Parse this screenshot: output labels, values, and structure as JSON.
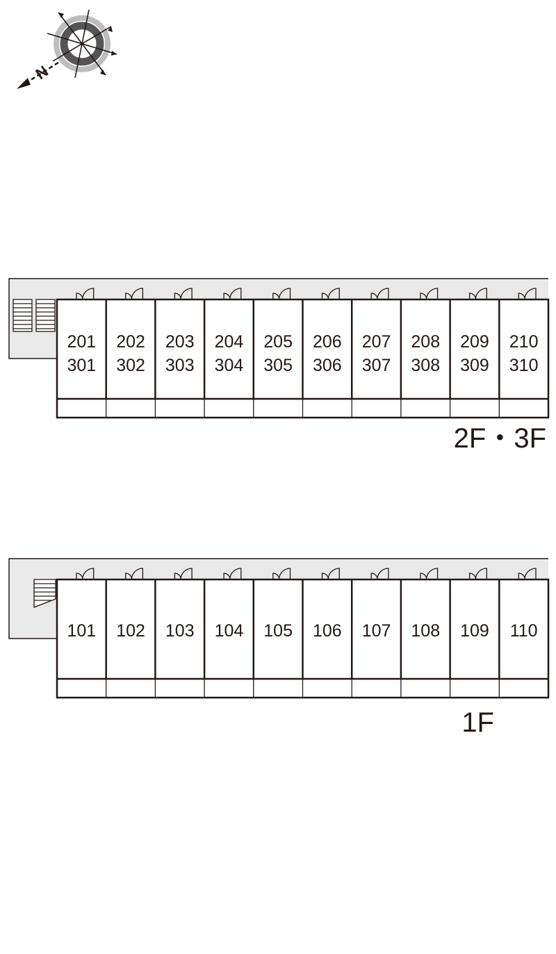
{
  "compass": {
    "letter": "N",
    "icon": "compass-rose-icon"
  },
  "colors": {
    "line": "#231815",
    "corridor": "#e9e9ea",
    "compass_dark": "#555555",
    "compass_light": "#bdbdbd"
  },
  "upper_floor": {
    "label": "2F・3F",
    "units": [
      {
        "top": "201",
        "bottom": "301"
      },
      {
        "top": "202",
        "bottom": "302"
      },
      {
        "top": "203",
        "bottom": "303"
      },
      {
        "top": "204",
        "bottom": "304"
      },
      {
        "top": "205",
        "bottom": "305"
      },
      {
        "top": "206",
        "bottom": "306"
      },
      {
        "top": "207",
        "bottom": "307"
      },
      {
        "top": "208",
        "bottom": "308"
      },
      {
        "top": "209",
        "bottom": "309"
      },
      {
        "top": "210",
        "bottom": "310"
      }
    ]
  },
  "ground_floor": {
    "label": "1F",
    "units": [
      "101",
      "102",
      "103",
      "104",
      "105",
      "106",
      "107",
      "108",
      "109",
      "110"
    ]
  }
}
